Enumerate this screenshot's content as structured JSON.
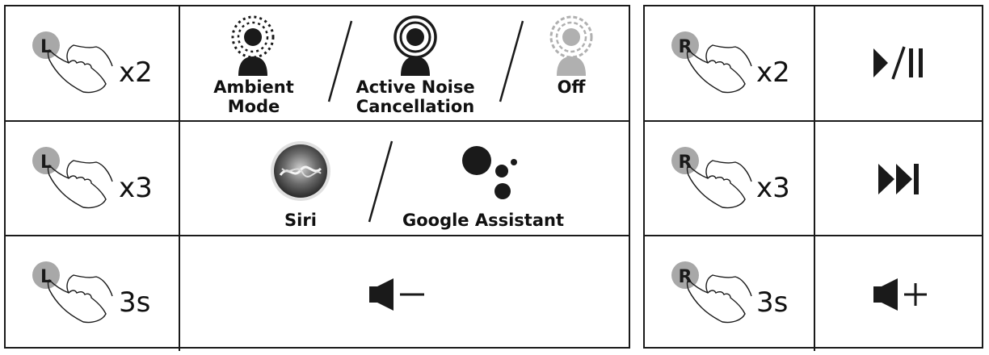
{
  "left": {
    "rows": [
      {
        "side": "L",
        "count": "x2",
        "modes": [
          "Ambient\nMode",
          "Active Noise\nCancellation",
          "Off"
        ]
      },
      {
        "side": "L",
        "count": "x3",
        "assistants": [
          "Siri",
          "Google Assistant"
        ]
      },
      {
        "side": "L",
        "count": "3s",
        "action_icon": "volume-down-icon"
      }
    ]
  },
  "right": {
    "rows": [
      {
        "side": "R",
        "count": "x2",
        "action_icon": "play-pause-icon"
      },
      {
        "side": "R",
        "count": "x3",
        "action_icon": "next-track-icon"
      },
      {
        "side": "R",
        "count": "3s",
        "action_icon": "volume-up-icon"
      }
    ]
  },
  "labels": {
    "ambient": "Ambient",
    "ambient2": "Mode",
    "anc": "Active Noise",
    "anc2": "Cancellation",
    "off": "Off",
    "siri": "Siri",
    "google": "Google Assistant"
  },
  "colors": {
    "badge": "#a8a8a8",
    "ink": "#1a1a1a",
    "off_gray": "#b0b0b0"
  }
}
